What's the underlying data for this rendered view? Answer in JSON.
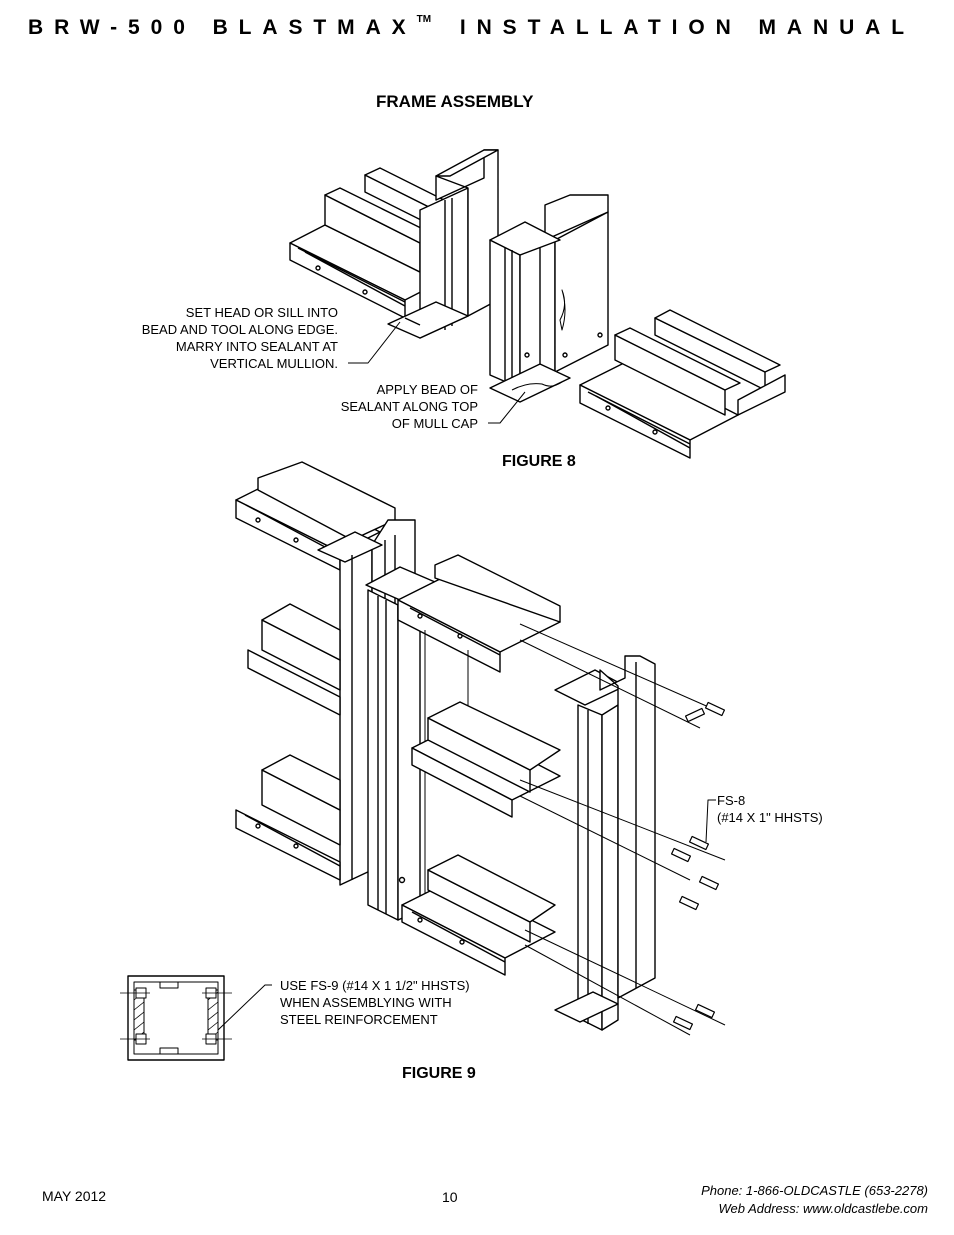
{
  "header": {
    "title_part1": "BRW-500 BLASTMAX",
    "trademark": "TM",
    "title_part2": "INSTALLATION MANUAL"
  },
  "section_title": "FRAME ASSEMBLY",
  "figure8": {
    "label": "FIGURE 8",
    "note1": [
      "SET HEAD OR SILL INTO",
      "BEAD AND TOOL ALONG EDGE.",
      "MARRY INTO SEALANT AT",
      "VERTICAL MULLION."
    ],
    "note2": [
      "APPLY BEAD OF",
      "SEALANT ALONG TOP",
      "OF MULL CAP"
    ]
  },
  "figure9": {
    "label": "FIGURE 9",
    "fastener_note": [
      "FS-8",
      "(#14 X 1\" HHSTS)"
    ],
    "steel_note": [
      "USE FS-9 (#14 X 1 1/2\" HHSTS)",
      "WHEN ASSEMBLYING WITH",
      "STEEL REINFORCEMENT"
    ]
  },
  "footer": {
    "date": "MAY 2012",
    "page_number": "10",
    "phone": "Phone: 1-866-OLDCASTLE (653-2278)",
    "web": "Web Address: www.oldcastlebe.com"
  }
}
